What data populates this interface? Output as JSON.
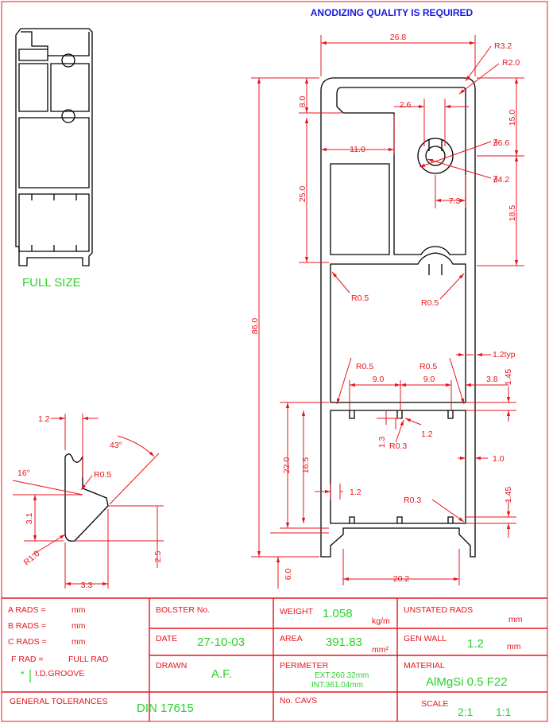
{
  "header": {
    "note": "ANODIZING QUALITY IS REQUIRED"
  },
  "thumbnail": {
    "label": "FULL SIZE"
  },
  "dims": {
    "width_top": "26.8",
    "r3_2": "R3.2",
    "r2_0": "R2.0",
    "d8_0": "8.0",
    "d2_6": "2.6",
    "d15_0": "15.0",
    "d11_0": "11.0",
    "dia6_6": "∄6.6",
    "dia4_2": "∄4.2",
    "d25_0": "25.0",
    "d7_3": "7.3",
    "d18_5": "18.5",
    "d86_0": "86.0",
    "r0_5_a": "R0.5",
    "r0_5_b": "R0.5",
    "t1_2typ": "1.2typ",
    "r0_5_c": "R0.5",
    "r0_5_d": "R0.5",
    "d9_0_a": "9.0",
    "d9_0_b": "9.0",
    "d3_8": "3.8",
    "d1_45_a": "1.45",
    "d1_3": "1.3",
    "d1_2_a": "1.2",
    "r0_3_a": "R0.3",
    "d22_0": "22.0",
    "d16_5": "16.5",
    "d1_0": "1.0",
    "d1_2_b": "1.2",
    "r0_3_b": "R0.3",
    "d1_45_b": "1.45",
    "d6_0": "6.0",
    "d20_2": "20.2"
  },
  "detail": {
    "d1_2": "1.2",
    "angle43": "43°",
    "angle16": "16°",
    "r0_5": "R0.5",
    "d3_1": "3.1",
    "r1_0": "R1.0",
    "d2_5": "2.5",
    "d3_3": "3.3"
  },
  "title_block": {
    "a_rads": "A RADS =",
    "a_unit": "mm",
    "b_rads": "B RADS =",
    "b_unit": "mm",
    "c_rads": "C RADS =",
    "c_unit": "mm",
    "f_rad": "F RAD =",
    "f_value": "FULL RAD",
    "groove_symbol": "*",
    "groove_label": "I.D.GROOVE",
    "general_tolerances_label": "GENERAL TOLERANCES",
    "general_tolerances_value": "DIN 17615",
    "bolster_label": "BOLSTER No.",
    "date_label": "DATE",
    "date_value": "27-10-03",
    "drawn_label": "DRAWN",
    "drawn_value": "A.F.",
    "weight_label": "WEIGHT",
    "weight_value": "1.058",
    "weight_unit": "kg/m",
    "area_label": "AREA",
    "area_value": "391.83",
    "area_unit": "mm²",
    "perimeter_label": "PERIMETER",
    "perimeter_ext": "EXT.260.32mm",
    "perimeter_int": "INT.361.04mm",
    "no_cavs_label": "No. CAVS",
    "unstated_rads_label": "UNSTATED RADS",
    "unstated_rads_unit": "mm",
    "gen_wall_label": "GEN WALL",
    "gen_wall_value": "1.2",
    "gen_wall_unit": "mm",
    "material_label": "MATERIAL",
    "material_value": "AlMgSi 0.5 F22",
    "scale_label": "SCALE",
    "scale_value_1": "2:1",
    "scale_value_2": "1:1"
  }
}
